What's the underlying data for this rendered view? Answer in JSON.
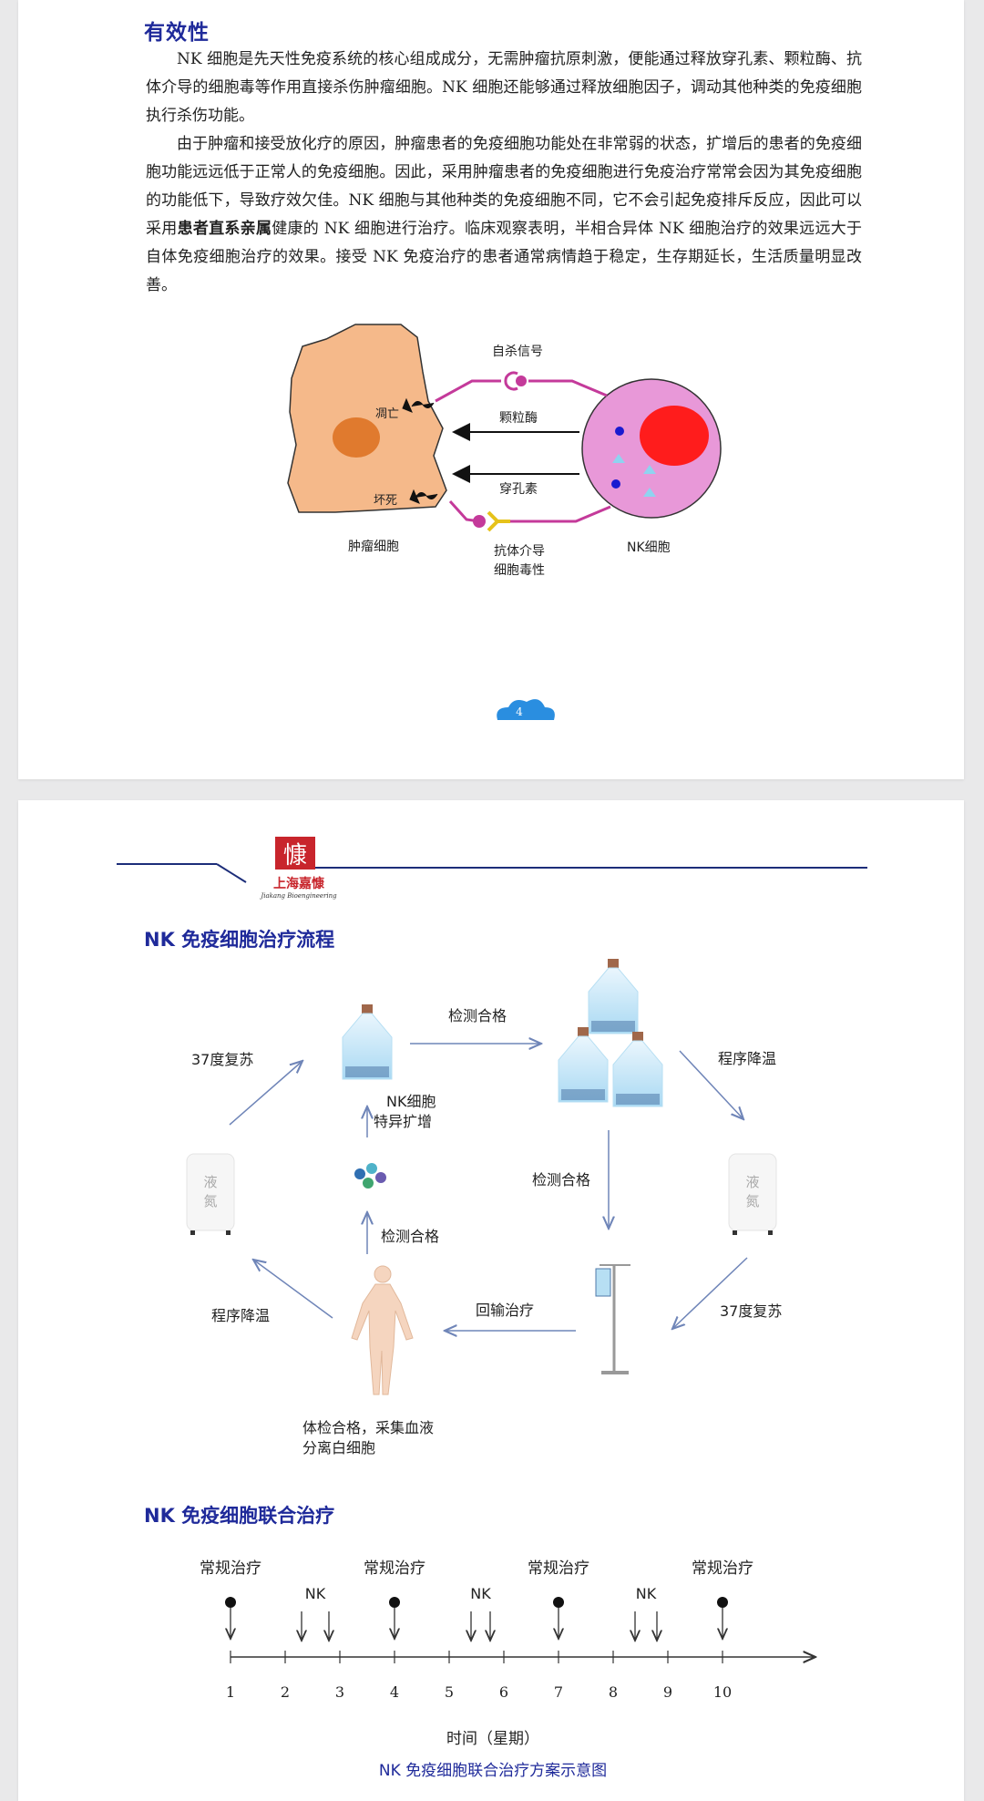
{
  "page1": {
    "heading": "有效性",
    "para1": "NK 细胞是先天性免疫系统的核心组成成分，无需肿瘤抗原刺激，便能通过释放穿孔素、颗粒酶、抗体介导的细胞毒等作用直接杀伤肿瘤细胞。NK 细胞还能够通过释放细胞因子，调动其他种类的免疫细胞执行杀伤功能。",
    "para2_before": "由于肿瘤和接受放化疗的原因，肿瘤患者的免疫细胞功能处在非常弱的状态，扩增后的患者的免疫细胞功能远远低于正常人的免疫细胞。因此，采用肿瘤患者的免疫细胞进行免疫治疗常常会因为其免疫细胞的功能低下，导致疗效欠佳。NK 细胞与其他种类的免疫细胞不同，它不会引起免疫排斥反应，因此可以采用",
    "para2_bold": "患者直系亲属",
    "para2_after": "健康的 NK 细胞进行治疗。临床观察表明，半相合异体 NK 细胞治疗的效果远远大于自体免疫细胞治疗的效果。接受 NK 免疫治疗的患者通常病情趋于稳定，生存期延长，生活质量明显改善。",
    "diagram": {
      "signal_label": "自杀信号",
      "granzyme_label": "颗粒酶",
      "perforin_label": "穿孔素",
      "apoptosis_label": "凋亡",
      "necrosis_label": "坏死",
      "tumor_label": "肿瘤细胞",
      "nk_label": "NK细胞",
      "adcc_label_1": "抗体介导",
      "adcc_label_2": "细胞毒性"
    },
    "page_number": "4"
  },
  "page2": {
    "logo_char": "慷",
    "logo_name": "上海嘉慷",
    "logo_sub": "Jiakang Bioengineering",
    "flow_heading": "NK 免疫细胞治疗流程",
    "flow": {
      "test_pass_top": "检测合格",
      "test_pass_mid": "检测合格",
      "test_pass_left": "检测合格",
      "cool_right": "程序降温",
      "cool_left": "程序降温",
      "revive_left": "37度复苏",
      "revive_right": "37度复苏",
      "expand_1": "NK细胞",
      "expand_2": "特异扩增",
      "infusion": "回输治疗",
      "ln2_a": "液",
      "ln2_b": "氮",
      "collect_1": "体检合格，采集血液",
      "collect_2": "分离白细胞"
    },
    "combo_heading": "NK 免疫细胞联合治疗",
    "timeline": {
      "regular_label": "常规治疗",
      "nk_label": "NK",
      "ticks": [
        "1",
        "2",
        "3",
        "4",
        "5",
        "6",
        "7",
        "8",
        "9",
        "10"
      ],
      "regular_weeks": [
        1,
        4,
        7,
        10
      ],
      "nk_weeks": [
        [
          2.3,
          2.8
        ],
        [
          5.4,
          5.75
        ],
        [
          8.4,
          8.8
        ]
      ],
      "xlabel": "时间（星期）",
      "caption": "NK 免疫细胞联合治疗方案示意图"
    }
  }
}
